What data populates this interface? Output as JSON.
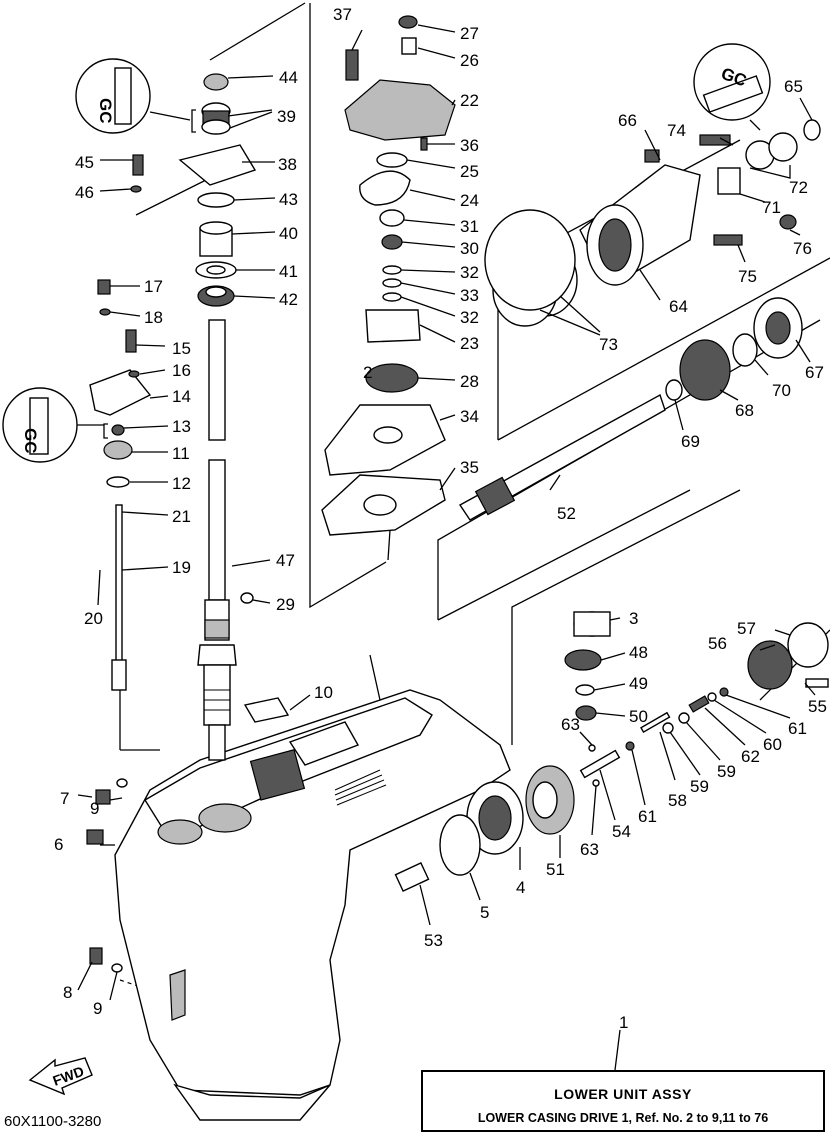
{
  "assembly": {
    "ref": "1",
    "title": "LOWER UNIT ASSY",
    "subtitle": "LOWER CASING DRIVE 1, Ref. No. 2 to 9,11 to 76"
  },
  "diagram_code": "60X1100-3280",
  "fwd_marker": "FWD",
  "parts": {
    "p2": "2",
    "p3": "3",
    "p4": "4",
    "p5": "5",
    "p6": "6",
    "p7": "7",
    "p8": "8",
    "p9a": "9",
    "p9b": "9",
    "p10": "10",
    "p11": "11",
    "p12": "12",
    "p13": "13",
    "p14": "14",
    "p15": "15",
    "p16": "16",
    "p17": "17",
    "p18": "18",
    "p19": "19",
    "p20": "20",
    "p21": "21",
    "p22": "22",
    "p23": "23",
    "p24": "24",
    "p25": "25",
    "p26": "26",
    "p27": "27",
    "p28": "28",
    "p29": "29",
    "p30": "30",
    "p31": "31",
    "p32a": "32",
    "p32b": "32",
    "p33": "33",
    "p34": "34",
    "p35": "35",
    "p36": "36",
    "p37": "37",
    "p38": "38",
    "p39": "39",
    "p40": "40",
    "p41": "41",
    "p42": "42",
    "p43": "43",
    "p44": "44",
    "p45": "45",
    "p46": "46",
    "p47": "47",
    "p48": "48",
    "p49": "49",
    "p50": "50",
    "p51": "51",
    "p52": "52",
    "p53": "53",
    "p54": "54",
    "p55": "55",
    "p56": "56",
    "p57": "57",
    "p58": "58",
    "p59a": "59",
    "p59b": "59",
    "p60": "60",
    "p61a": "61",
    "p61b": "61",
    "p62": "62",
    "p63a": "63",
    "p63b": "63",
    "p64": "64",
    "p65": "65",
    "p66": "66",
    "p67": "67",
    "p68": "68",
    "p69": "69",
    "p70": "70",
    "p71": "71",
    "p72": "72",
    "p73": "73",
    "p74": "74",
    "p75": "75",
    "p76": "76"
  },
  "callouts": {
    "grease_a": "GC",
    "grease_b": "GC",
    "grease_c": "GC"
  }
}
